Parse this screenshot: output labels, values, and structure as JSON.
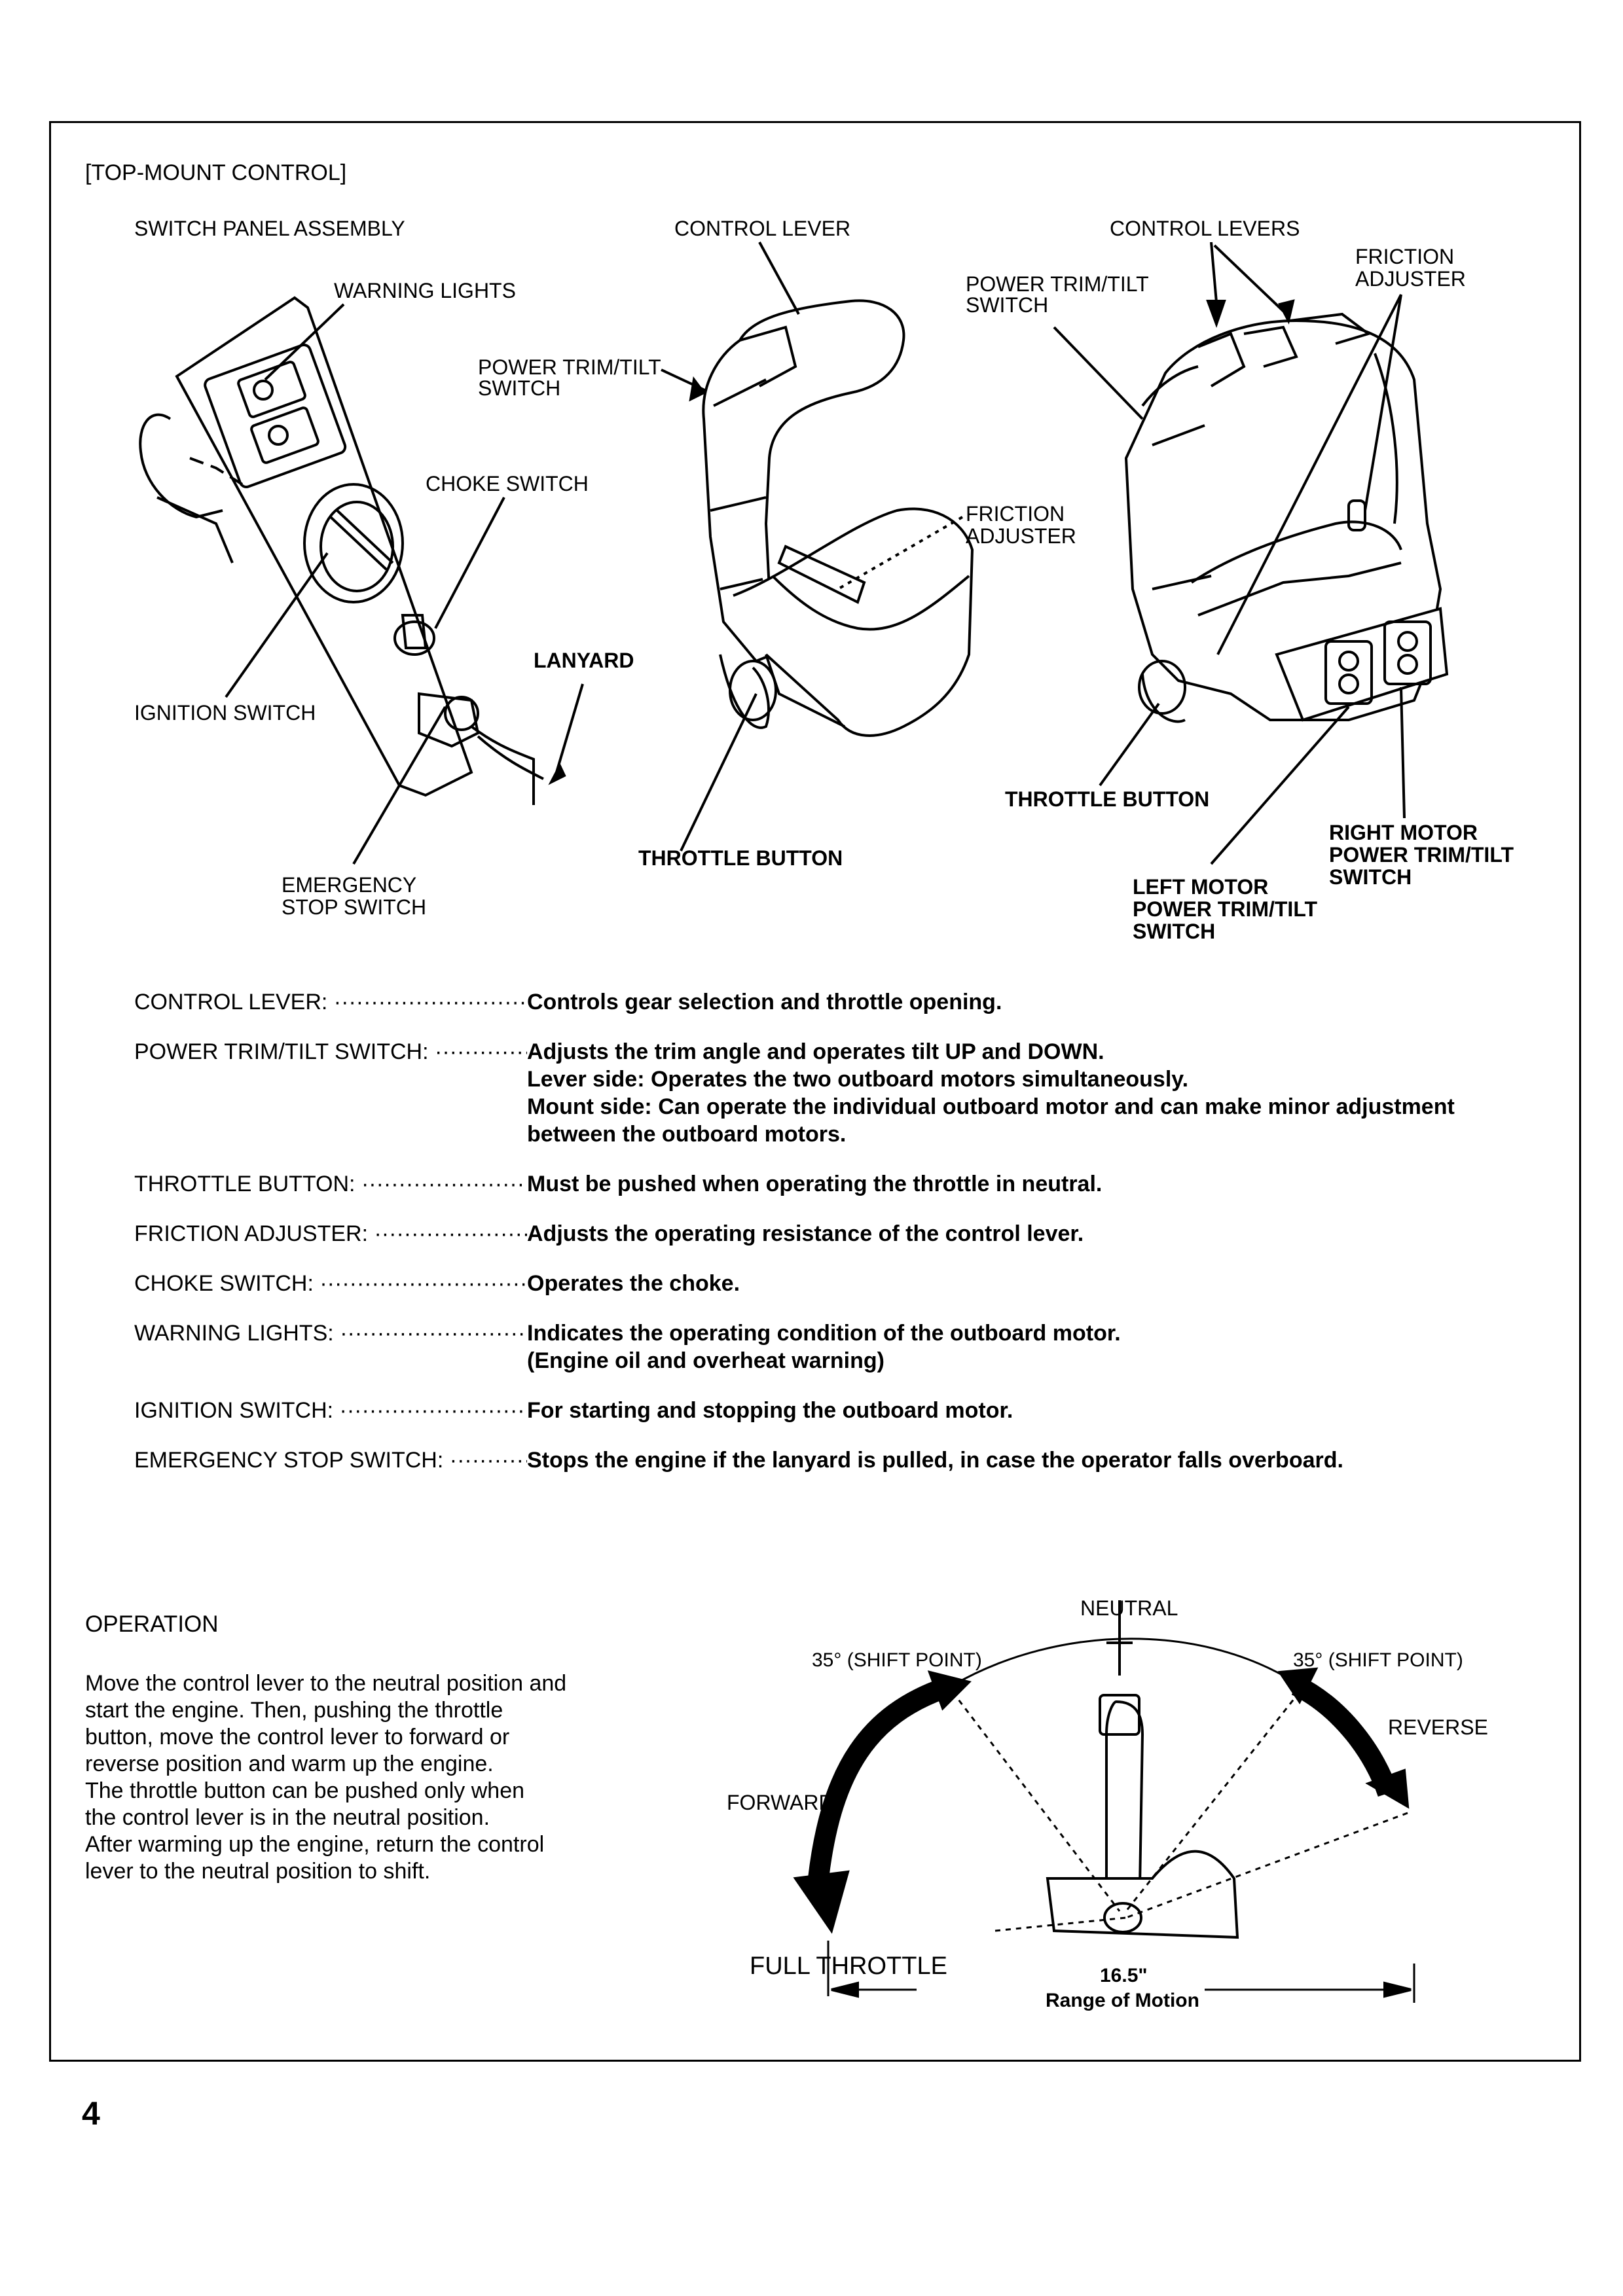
{
  "section_title": "[TOP-MOUNT CONTROL]",
  "figure_labels": {
    "switch_panel_assembly": "SWITCH PANEL ASSEMBLY",
    "warning_lights": "WARNING LIGHTS",
    "power_trim_tilt_switch_left": "POWER TRIM/TILT\nSWITCH",
    "choke_switch": "CHOKE SWITCH",
    "lanyard": "LANYARD",
    "ignition_switch": "IGNITION SWITCH",
    "emergency_stop_switch": "EMERGENCY\nSTOP SWITCH",
    "control_lever": "CONTROL LEVER",
    "friction_adjuster_mid": "FRICTION\nADJUSTER",
    "throttle_button_mid": "THROTTLE BUTTON",
    "control_levers": "CONTROL LEVERS",
    "power_trim_tilt_switch_right": "POWER TRIM/TILT\nSWITCH",
    "friction_adjuster_right": "FRICTION\nADJUSTER",
    "throttle_button_right": "THROTTLE BUTTON",
    "right_motor_switch": "RIGHT MOTOR\nPOWER TRIM/TILT\nSWITCH",
    "left_motor_switch": "LEFT MOTOR\nPOWER TRIM/TILT\nSWITCH"
  },
  "definitions": [
    {
      "term": "CONTROL LEVER:",
      "text": "Controls gear selection and throttle opening."
    },
    {
      "term": "POWER TRIM/TILT SWITCH:",
      "text": "Adjusts the trim angle and operates tilt UP and DOWN.\nLever side: Operates the two outboard motors simultaneously.\nMount side: Can operate the individual outboard motor and can make minor adjustment between the outboard motors."
    },
    {
      "term": "THROTTLE BUTTON:",
      "text": "Must be pushed when operating the throttle in neutral."
    },
    {
      "term": "FRICTION ADJUSTER:",
      "text": "Adjusts the operating resistance of the control lever."
    },
    {
      "term": "CHOKE SWITCH:",
      "text": "Operates the choke."
    },
    {
      "term": "WARNING LIGHTS:",
      "text": "Indicates the operating condition of the outboard motor.\n(Engine oil and overheat warning)"
    },
    {
      "term": "IGNITION SWITCH:",
      "text": "For starting and stopping the outboard motor."
    },
    {
      "term": "EMERGENCY STOP SWITCH:",
      "text": "Stops the engine if the lanyard is pulled, in case the operator falls overboard."
    }
  ],
  "operation": {
    "title": "OPERATION",
    "text": "Move the control lever to the neutral position and\nstart the engine. Then, pushing the throttle\nbutton, move the control lever to forward or\nreverse position and warm up the engine.\nThe throttle button can be pushed only when\nthe control lever is in the neutral position.\nAfter warming up the engine, return the control\nlever to the neutral position to shift."
  },
  "operation_diagram": {
    "neutral": "NEUTRAL",
    "shift_point_left": "35° (SHIFT POINT)",
    "shift_point_right": "35° (SHIFT POINT)",
    "forward": "FORWARD",
    "reverse": "REVERSE",
    "full_throttle": "FULL THROTTLE",
    "range_value": "16.5\"",
    "range_label": "Range of Motion"
  },
  "page_number": "4"
}
